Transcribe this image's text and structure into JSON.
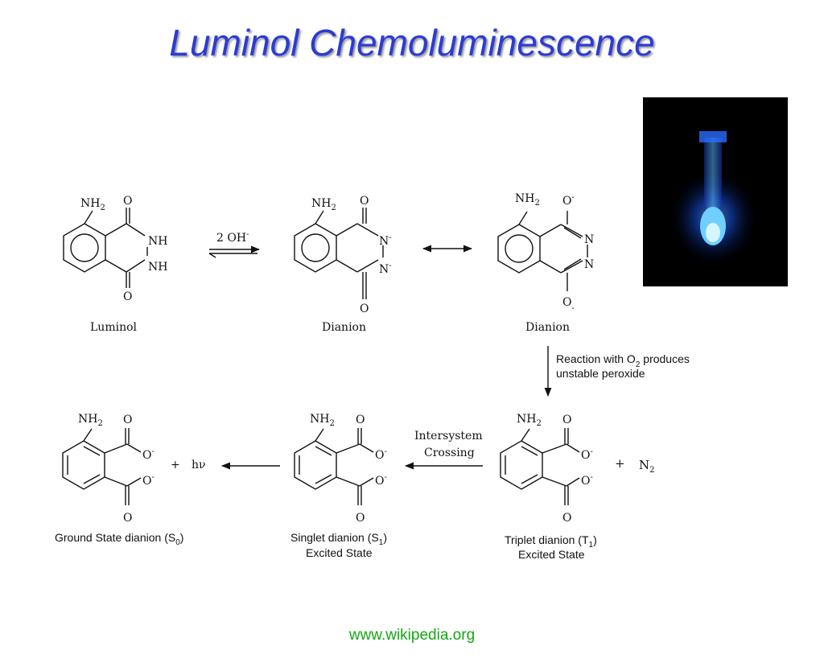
{
  "title": "Luminol Chemoluminescence",
  "footer": "www.wikipedia.org",
  "labels": {
    "luminol": "Luminol",
    "dianion": "Dianion",
    "ground_state": "Ground State dianion (S",
    "ground_state_sub": "0",
    "singlet_line1": "Singlet dianion (S",
    "singlet_sub": "1",
    "excited_state": "Excited State",
    "triplet_line1": "Triplet dianion (T",
    "triplet_sub": "1",
    "close_paren": ")"
  },
  "reagents": {
    "hydroxide": "2 OH",
    "hydroxide_charge": "-",
    "reaction_o2_pre": "Reaction with O",
    "reaction_o2_sub": "2",
    "reaction_o2_post": " produces",
    "reaction_line2": "unstable peroxide",
    "isc_line1": "Intersystem",
    "isc_line2": "Crossing",
    "plus": "+",
    "photon": "hν",
    "n2": "N",
    "n2_sub": "2"
  },
  "atoms": {
    "nh": "NH",
    "nh2_sub": "2",
    "o": "O",
    "n": "N",
    "minus": "-"
  },
  "colors": {
    "title": "#2b3bd6",
    "footer": "#13a813",
    "glow": "#1a5cff"
  }
}
